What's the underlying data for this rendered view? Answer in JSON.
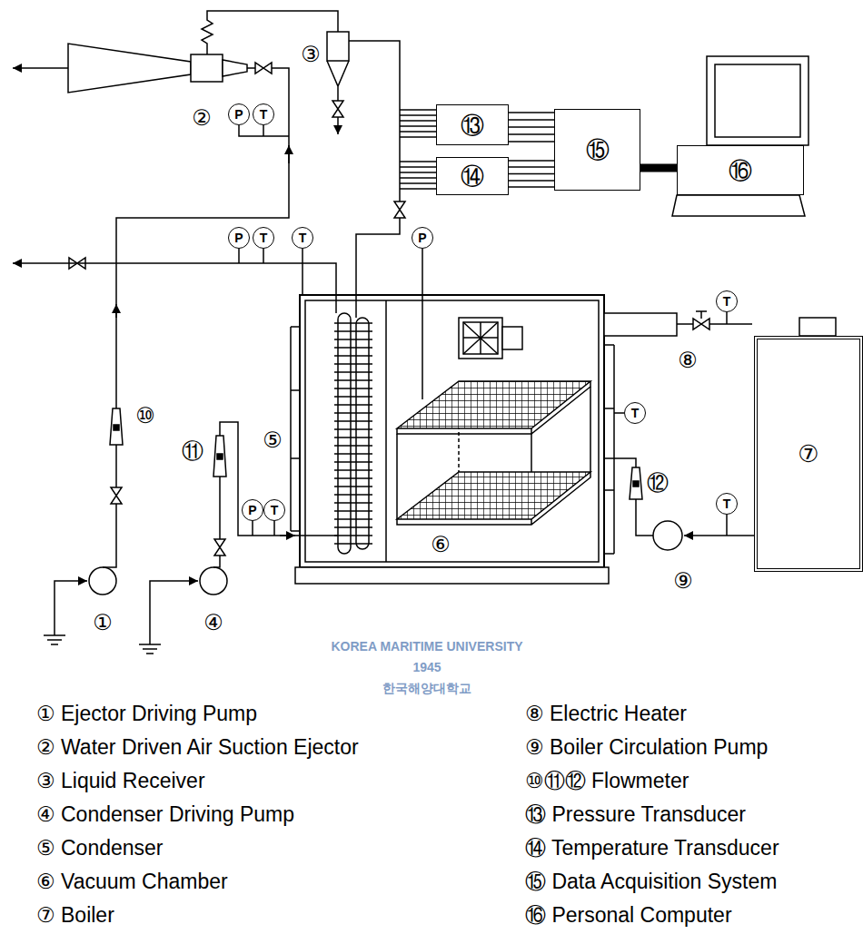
{
  "diagram": {
    "nodes": [
      {
        "text": [
          "⑬"
        ]
      },
      {
        "text": [
          "⑭"
        ]
      },
      {
        "text": [
          "⑮"
        ]
      },
      {
        "text": [
          "⑯"
        ]
      },
      {
        "text": [
          "⑦"
        ]
      },
      {
        "text": [
          "P"
        ]
      },
      {
        "text": [
          "T"
        ]
      },
      {
        "text": [
          "P"
        ]
      },
      {
        "text": [
          "T"
        ]
      },
      {
        "text": [
          "T"
        ]
      },
      {
        "text": [
          "P"
        ]
      },
      {
        "text": [
          "T"
        ]
      },
      {
        "text": [
          "T"
        ]
      },
      {
        "text": [
          "P"
        ]
      },
      {
        "text": [
          "T"
        ]
      },
      {
        "text": [
          "T"
        ]
      }
    ],
    "edges": [
      {
        "from": 0,
        "to": 2,
        "arrow": "none"
      },
      {
        "from": 1,
        "to": 2,
        "arrow": "none"
      },
      {
        "from": 2,
        "to": 3,
        "arrow": "none"
      }
    ],
    "labels": [
      "①",
      "②",
      "③",
      "④",
      "⑤",
      "⑥",
      "⑧",
      "⑨",
      "⑩",
      "⑪",
      "⑫",
      "① Ejector Driving Pump",
      "② Water Driven Air Suction Ejector",
      "③ Liquid Receiver",
      "④ Condenser Driving Pump",
      "⑤ Condenser",
      "⑥ Vacuum Chamber",
      "⑦ Boiler",
      "⑧ Electric Heater",
      "⑨ Boiler Circulation Pump",
      "⑩⑪⑫ Flowmeter",
      "⑬ Pressure Transducer",
      "⑭ Temperature Transducer",
      "⑮ Data Acquisition System",
      "⑯ Personal Computer",
      "KOREA MARITIME UNIVERSITY",
      "1945",
      "한국해양대학교"
    ]
  }
}
